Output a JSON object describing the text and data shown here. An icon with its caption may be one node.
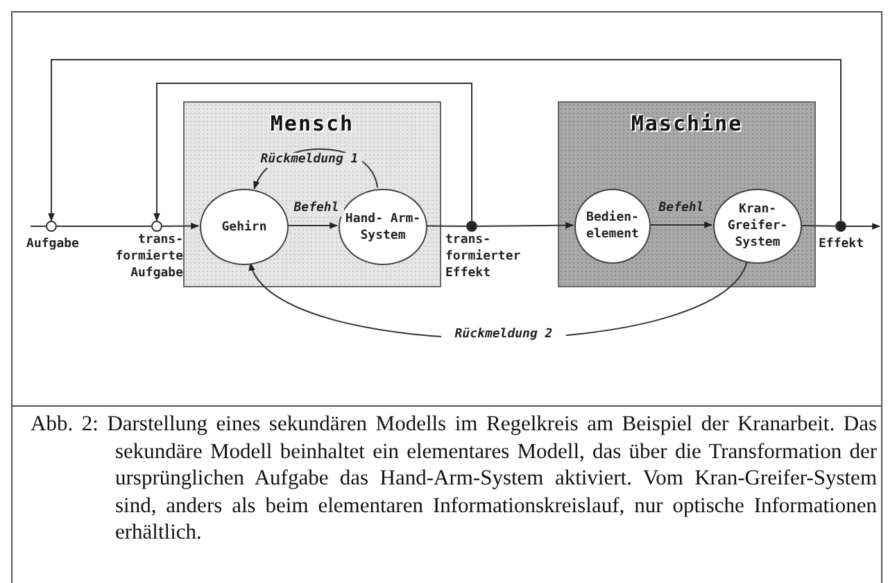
{
  "diagram": {
    "caption": "Abb. 2: Darstellung eines sekundären Modells im Regelkreis am Beispiel der Kranarbeit. Das sekundäre Modell beinhaltet ein elementares Modell, das über die Transformation der ursprünglichen Aufgabe das Hand-Arm-System aktiviert. Vom Kran-Greifer-System sind, anders als beim elementaren Informationskreislauf, nur optische Informationen erhältlich.",
    "nodes": [
      {
        "text": [
          "Mensch"
        ]
      },
      {
        "text": [
          "Gehirn"
        ],
        "in": 0
      },
      {
        "text": [
          "Hand- Arm- System"
        ],
        "in": 0
      },
      {
        "text": [
          "Maschine"
        ]
      },
      {
        "text": [
          "Bedien- element"
        ],
        "in": 3
      },
      {
        "text": [
          "Kran- Greifer- System"
        ],
        "in": 3
      },
      {
        "text": [],
        "shape": "circle",
        "beside": [
          "Aufgabe"
        ]
      },
      {
        "text": [],
        "shape": "circle",
        "beside": [
          "trans- formierte Aufgabe"
        ]
      },
      {
        "text": [],
        "shape": "circle",
        "beside": [
          "trans- formierter Effekt"
        ]
      },
      {
        "text": [],
        "shape": "circle",
        "beside": [
          "Effekt"
        ]
      }
    ],
    "edges": [
      {
        "from": null,
        "to": 6,
        "arrow": "none"
      },
      {
        "from": 6,
        "to": 7,
        "arrow": "none"
      },
      {
        "from": 7,
        "to": 1,
        "arrow": "to"
      },
      {
        "from": 1,
        "to": 2,
        "arrow": "to",
        "label": "Befehl"
      },
      {
        "from": 2,
        "to": 1,
        "arrow": "to",
        "label": "Rückmeldung 1"
      },
      {
        "from": 2,
        "to": 8,
        "arrow": "none"
      },
      {
        "from": 8,
        "to": 4,
        "arrow": "to"
      },
      {
        "from": 4,
        "to": 5,
        "arrow": "to",
        "label": "Befehl"
      },
      {
        "from": 5,
        "to": 9,
        "arrow": "none"
      },
      {
        "from": 9,
        "to": null,
        "arrow": "to"
      },
      {
        "from": 9,
        "to": 6,
        "arrow": "to"
      },
      {
        "from": 8,
        "to": 7,
        "arrow": "to"
      },
      {
        "from": 5,
        "to": 1,
        "arrow": "to",
        "label": "Rückmeldung 2"
      }
    ]
  }
}
